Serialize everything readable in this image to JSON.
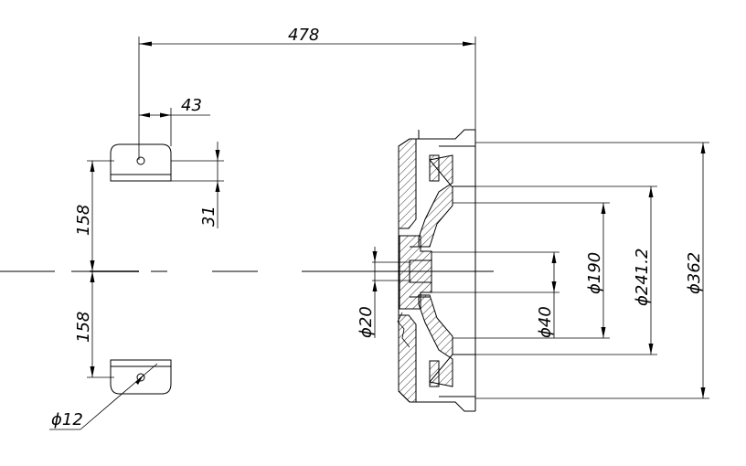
{
  "dimensions": {
    "overall_length": "478",
    "bracket_hole_offset": "43",
    "bracket_height": "31",
    "upper_spacing": "158",
    "lower_spacing": "158",
    "hole_diameter": "ϕ12",
    "shaft_diameter": "ϕ20",
    "bore_diameter": "ϕ40",
    "inner_diameter": "ϕ190",
    "pitch_diameter": "ϕ241.2",
    "outer_diameter": "ϕ362"
  }
}
